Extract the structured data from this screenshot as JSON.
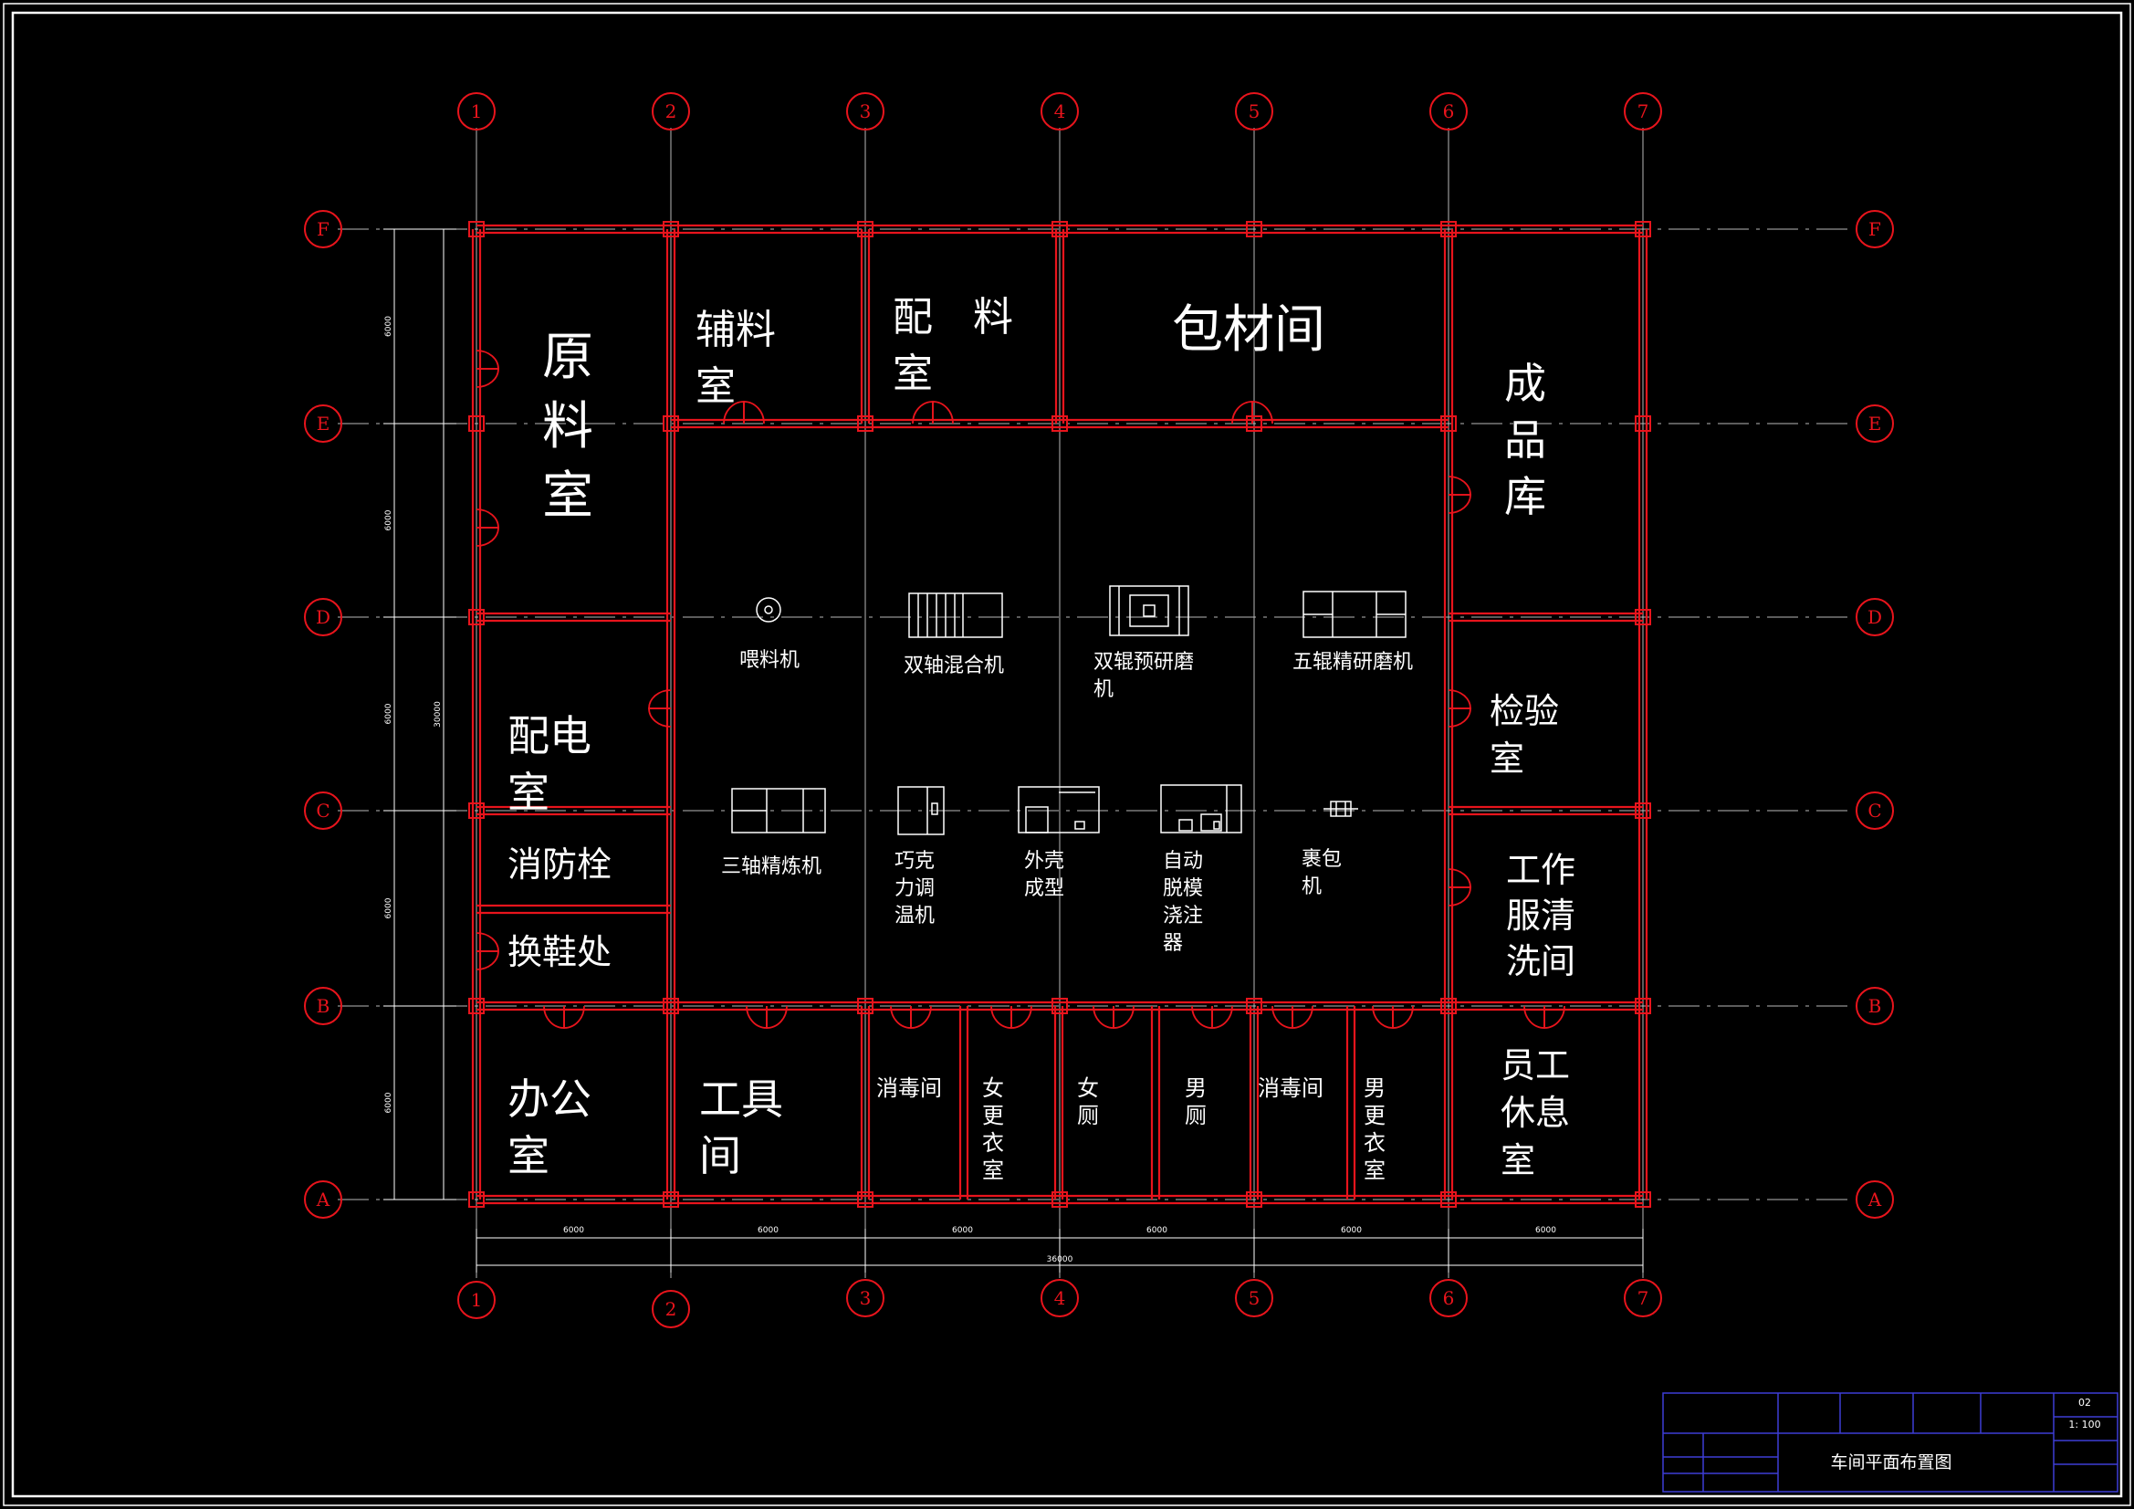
{
  "drawing": {
    "title": "车间平面布置图",
    "sheet_no": "02",
    "scale": "1: 100"
  },
  "axes": {
    "numbers": [
      "1",
      "2",
      "3",
      "4",
      "5",
      "6",
      "7"
    ],
    "letters": [
      "A",
      "B",
      "C",
      "D",
      "E",
      "F"
    ]
  },
  "dimensions": {
    "bottom_spans": [
      "6000",
      "6000",
      "6000",
      "6000",
      "6000",
      "6000"
    ],
    "bottom_total": "36000",
    "left_spans": [
      "6000",
      "6000",
      "6000",
      "6000",
      "6000"
    ],
    "left_total": "30000"
  },
  "rooms": {
    "raw_material": [
      "原",
      "料",
      "室"
    ],
    "aux_material": [
      "辅料",
      "室"
    ],
    "batching": [
      "配　料",
      "室"
    ],
    "packaging": [
      "包材间"
    ],
    "finished_goods": [
      "成",
      "品",
      "库"
    ],
    "power_room": [
      "配电",
      "室"
    ],
    "hydrant": [
      "消防栓"
    ],
    "shoe_change": [
      "换鞋处"
    ],
    "inspection": [
      "检验",
      "室"
    ],
    "laundry": [
      "工作",
      "服清",
      "洗间"
    ],
    "office": [
      "办公",
      "室"
    ],
    "tool_room": [
      "工具",
      "间"
    ],
    "disinfect_1": [
      "消毒间"
    ],
    "female_locker": [
      "女",
      "更",
      "衣",
      "室"
    ],
    "female_wc": [
      "女",
      "厕"
    ],
    "male_wc": [
      "男",
      "厕"
    ],
    "disinfect_2": [
      "消毒间"
    ],
    "male_locker": [
      "男",
      "更",
      "衣",
      "室"
    ],
    "staff_lounge": [
      "员工",
      "休息",
      "室"
    ]
  },
  "equipment": {
    "feeder": [
      "喂料机"
    ],
    "twin_mixer": [
      "双轴混合机"
    ],
    "twin_roll": [
      "双辊预研磨",
      "机"
    ],
    "five_roll": [
      "五辊精研磨机"
    ],
    "triple_conche": [
      "三轴精炼机"
    ],
    "tempering": [
      "巧克",
      "力调",
      "温机"
    ],
    "shell_forming": [
      "外壳",
      "成型"
    ],
    "depositor": [
      "自动",
      "脱模",
      "浇注",
      "器"
    ],
    "wrapping": [
      "裹包",
      "机"
    ]
  }
}
